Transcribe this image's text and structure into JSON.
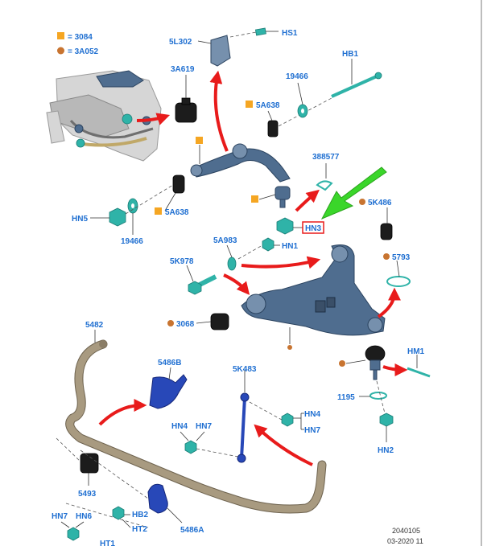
{
  "legend": {
    "square_color": "#f5a623",
    "circle_color": "#c87430",
    "square_label": "= 3084",
    "circle_label": "= 3A052"
  },
  "labels": {
    "hs1": "HS1",
    "l5l302": "5L302",
    "a3a619": "3A619",
    "hb1": "HB1",
    "p19466_top": "19466",
    "a5a638_top": "5A638",
    "p388577": "388577",
    "k5k486": "5K486",
    "hn5": "HN5",
    "a5a638_bot": "5A638",
    "p19466_bot": "19466",
    "hn3": "HN3",
    "a5a983": "5A983",
    "hn1": "HN1",
    "k5k978": "5K978",
    "p5793": "5793",
    "p3068": "3068",
    "p5482": "5482",
    "p5486b": "5486B",
    "k5k483": "5K483",
    "hm1": "HM1",
    "p1195": "1195",
    "hn4_right": "HN4",
    "hn7_right": "HN7",
    "hn4_left": "HN4",
    "hn7_left": "HN7",
    "hn2": "HN2",
    "p5493": "5493",
    "hn7_bot": "HN7",
    "hn6": "HN6",
    "hb2": "HB2",
    "ht2": "HT2",
    "p5486a": "5486A",
    "ht1": "HT1"
  },
  "footer": {
    "code": "2040105",
    "date": "03-2020 11"
  }
}
